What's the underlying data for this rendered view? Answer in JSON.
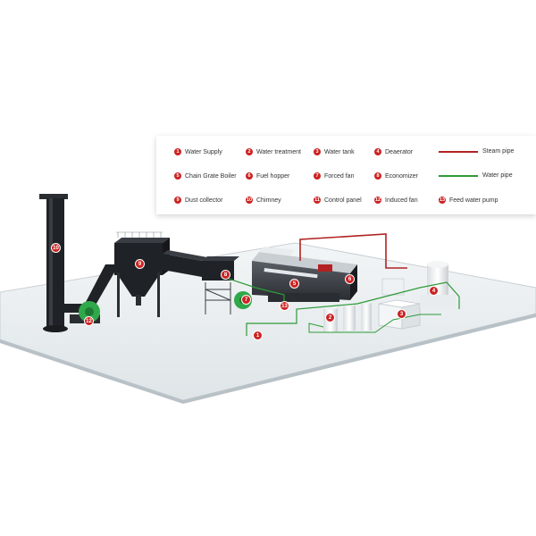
{
  "legend": {
    "items": [
      {
        "num": "1",
        "label": "Water Supply"
      },
      {
        "num": "2",
        "label": "Water treatment"
      },
      {
        "num": "3",
        "label": "Water tank"
      },
      {
        "num": "4",
        "label": "Deaerator"
      },
      {
        "num": "5",
        "label": "Chain Grate Boiler"
      },
      {
        "num": "6",
        "label": "Fuel hopper"
      },
      {
        "num": "7",
        "label": "Forced fan"
      },
      {
        "num": "8",
        "label": "Economizer"
      },
      {
        "num": "9",
        "label": "Dust collector"
      },
      {
        "num": "10",
        "label": "Chimney"
      },
      {
        "num": "11",
        "label": "Control panel"
      },
      {
        "num": "12",
        "label": "Induced fan"
      },
      {
        "num": "13",
        "label": "Feed water pump"
      }
    ],
    "lines": [
      {
        "label": "Steam pipe",
        "color": "#b22222"
      },
      {
        "label": "Water pipe",
        "color": "#2e9a3a"
      }
    ]
  },
  "tags": [
    "1",
    "2",
    "3",
    "4",
    "5",
    "6",
    "7",
    "8",
    "9",
    "10",
    "12",
    "13"
  ],
  "colors": {
    "accent": "#cc2222",
    "steel": "#1f2226",
    "fan": "#2fa84a",
    "floor": "#e6ebee"
  }
}
